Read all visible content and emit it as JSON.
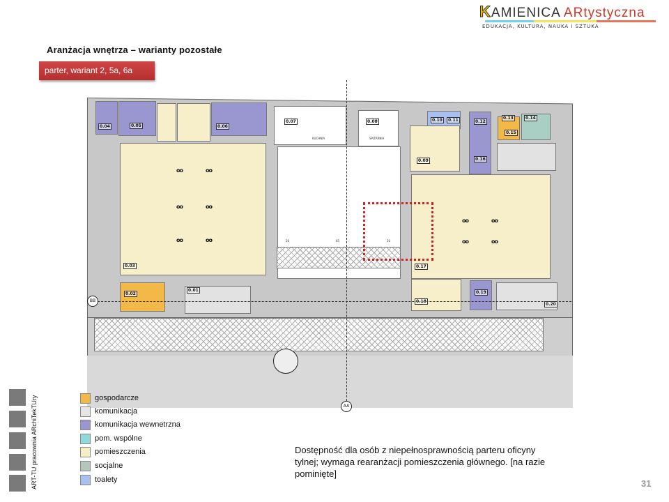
{
  "header": {
    "title": "Aranżacja wnętrza – warianty pozostałe",
    "badge": "parter, wariant 2, 5a, 6a"
  },
  "logo": {
    "k": "K",
    "main": "AMIENICA ",
    "accent": "ARtystyczna",
    "subtitle": "EDUKACJA, KULTURA, NAUKA i SZTUKA"
  },
  "plan": {
    "rooms": {
      "r01": "0.01",
      "r02": "0.02",
      "r03": "0.03",
      "r04": "0.04",
      "r05": "0.05",
      "r06": "0.06",
      "r07": "0.07",
      "r08": "0.08",
      "r09": "0.09",
      "r10": "0.10",
      "r11": "0.11",
      "r12": "0.12",
      "r13": "0.13",
      "r14": "0.14",
      "r15": "0.15",
      "r16": "0.16",
      "r17": "0.17",
      "r18": "0.18",
      "r19": "0.19",
      "r20": "0.20"
    },
    "kitchen": "KUCHNIA",
    "pantry": "SPIŻARNIA",
    "section_bb": "BB",
    "section_aa": "AA",
    "dims": [
      "20",
      "65",
      "20"
    ]
  },
  "legend": [
    {
      "label": "gospodarcze",
      "color": "#f2b848"
    },
    {
      "label": "komunikacja",
      "color": "#e6e6e6"
    },
    {
      "label": "komunikacja wewnetrzna",
      "color": "#9a96cf"
    },
    {
      "label": "pom. wspólne",
      "color": "#8fd9d9"
    },
    {
      "label": "pomieszczenia",
      "color": "#f7efc4"
    },
    {
      "label": "socjalne",
      "color": "#b5c6bd"
    },
    {
      "label": "toalety",
      "color": "#a9bff0"
    }
  ],
  "sidebar_text": "ART-TU pracownia ARchiTekTUry",
  "note": "Dostępność dla osób z niepełnosprawnością parteru oficyny tylnej; wymaga rearanżacji pomieszczenia głównego. [na razie pominięte]",
  "page_number": "31"
}
